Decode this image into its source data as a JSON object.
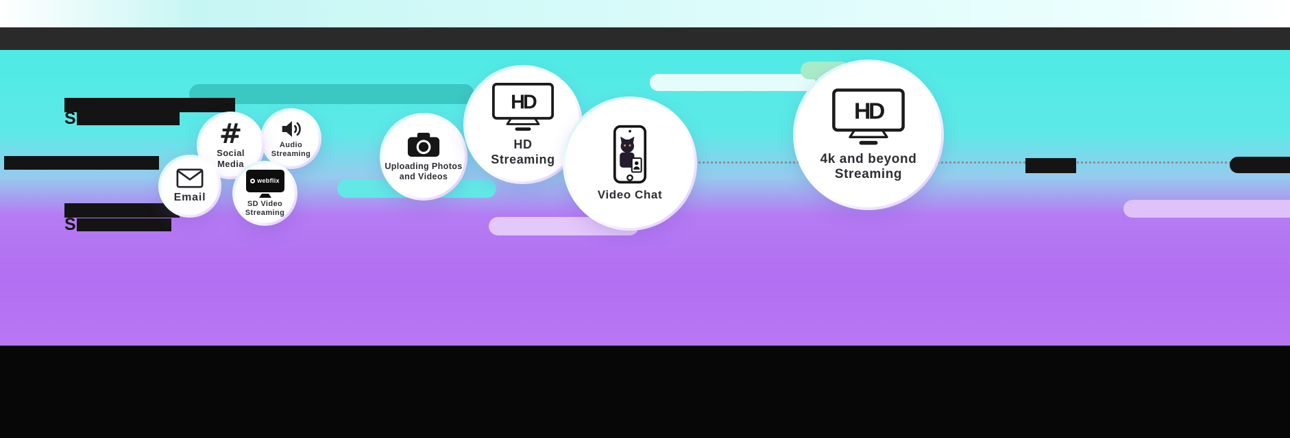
{
  "colors": {
    "cyan_bg": "#4feae4",
    "purple_bg": "#b36ff2",
    "top_band": "#2a2a2a",
    "bottom_band": "#070707",
    "bubble_text": "#2d2d33"
  },
  "redacted": {
    "s1": "S",
    "s2": "S"
  },
  "bubbles": [
    {
      "id": "email",
      "icon": "envelope-icon",
      "label": "Email"
    },
    {
      "id": "social-media",
      "icon": "hashtag-icon",
      "icon_glyph": "#",
      "label_lines": [
        "Social",
        "Media"
      ]
    },
    {
      "id": "audio-streaming",
      "icon": "speaker-icon",
      "label_lines": [
        "Audio",
        "Streaming"
      ]
    },
    {
      "id": "sd-video-streaming",
      "icon": "sd-tv-icon",
      "screen_brand": "webflix",
      "label_lines": [
        "SD Video",
        "Streaming"
      ]
    },
    {
      "id": "uploading-photos-and-videos",
      "icon": "camera-icon",
      "label_lines": [
        "Uploading Photos",
        "and Videos"
      ]
    },
    {
      "id": "hd-streaming",
      "icon": "hd-tv-icon",
      "tv_text": "HD",
      "label_lines": [
        "HD",
        "Streaming"
      ]
    },
    {
      "id": "video-chat",
      "icon": "video-chat-phone-icon",
      "label": "Video Chat"
    },
    {
      "id": "4k-and-beyond-streaming",
      "icon": "hd-tv-icon",
      "tv_text": "HD",
      "label_lines": [
        "4k and beyond",
        "Streaming"
      ]
    }
  ]
}
